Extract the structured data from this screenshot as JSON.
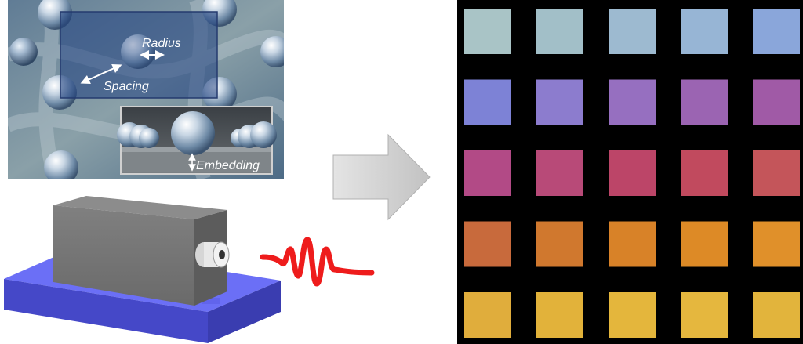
{
  "labels": {
    "radius": "Radius",
    "spacing": "Spacing",
    "embedding": "Embedding"
  },
  "colors": {
    "nanoparticle_bg": "#5d7690",
    "overlay_rect": "#1f3f80",
    "laser_block": "#7a7a7a",
    "stage": "#5a5ef0",
    "pulse": "#ee1c1c",
    "arrow": "#cfcfcf",
    "grid_bg": "#000000"
  },
  "swatch_grid": {
    "rows": 5,
    "cols": 5,
    "colors": [
      [
        "#a9c4c6",
        "#a2bfc8",
        "#9dbad0",
        "#97b5d5",
        "#8aa6da"
      ],
      [
        "#7d82d6",
        "#8c7cce",
        "#966fc0",
        "#9b64b2",
        "#a05aa6"
      ],
      [
        "#b24a86",
        "#b84a78",
        "#bc4568",
        "#c14a5e",
        "#c4555a"
      ],
      [
        "#c86a3c",
        "#d0782e",
        "#d88228",
        "#dd8a26",
        "#e0902a"
      ],
      [
        "#e0ad3c",
        "#e2b23a",
        "#e4b63c",
        "#e5b73e",
        "#e2b43c"
      ]
    ]
  }
}
